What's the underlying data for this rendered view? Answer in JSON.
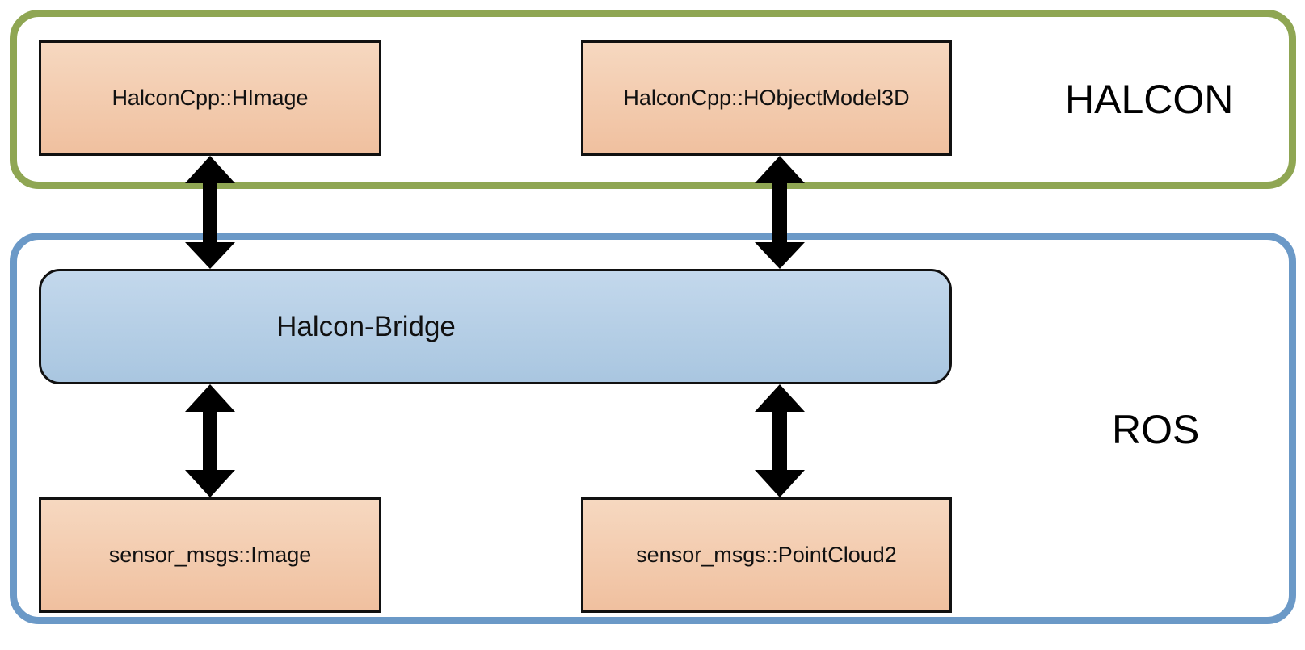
{
  "regions": {
    "halcon": {
      "label": "HALCON",
      "border_color": "#8fa653"
    },
    "ros": {
      "label": "ROS",
      "border_color": "#6b99c7"
    }
  },
  "nodes": {
    "himage": "HalconCpp::HImage",
    "hobjectmodel3d": "HalconCpp::HObjectModel3D",
    "bridge": "Halcon-Bridge",
    "sensor_image": "sensor_msgs::Image",
    "pointcloud2": "sensor_msgs::PointCloud2"
  },
  "colors": {
    "type_box_fill": "#f3cbae",
    "bridge_fill": "#b6cfe6",
    "arrow": "#000000"
  },
  "edges": [
    {
      "from": "himage",
      "to": "bridge",
      "direction": "both"
    },
    {
      "from": "hobjectmodel3d",
      "to": "bridge",
      "direction": "both"
    },
    {
      "from": "bridge",
      "to": "sensor_image",
      "direction": "both"
    },
    {
      "from": "bridge",
      "to": "pointcloud2",
      "direction": "both"
    }
  ]
}
